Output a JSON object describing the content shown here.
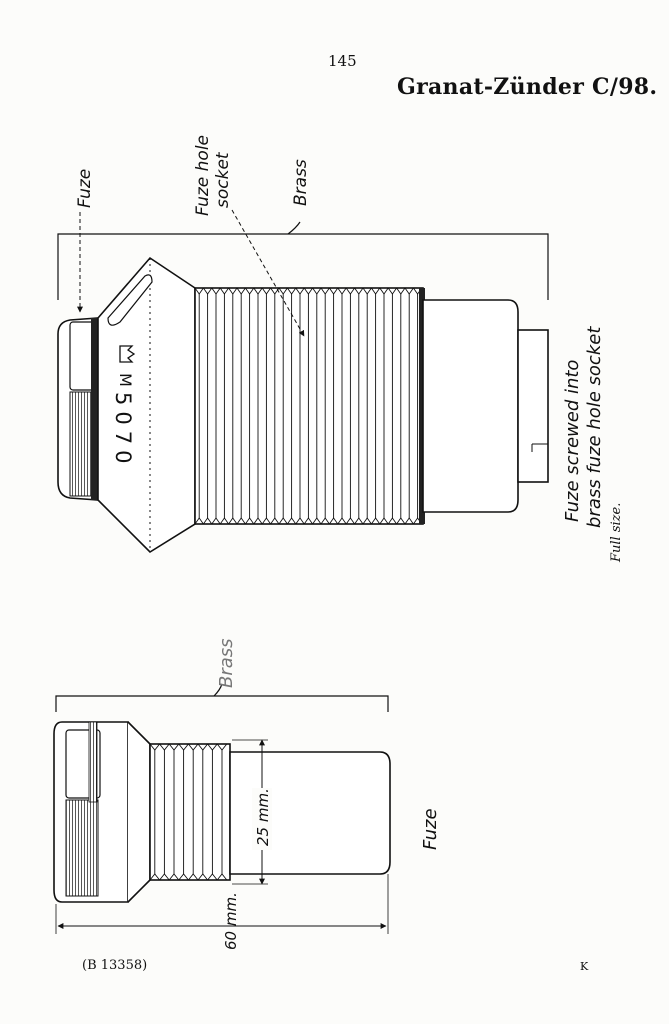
{
  "page": {
    "number": "145",
    "title": "Granat-Zünder C/98.",
    "footer_ref": "(B 13358)",
    "footer_mark": "K"
  },
  "upper_figure": {
    "label_fuze": "Fuze",
    "label_fuze_hole_line1": "Fuze hole",
    "label_fuze_hole_line2": "socket",
    "label_brass": "Brass",
    "marking_number": "5070",
    "marking_letter": "M",
    "caption_line1": "Fuze screwed into",
    "caption_line2": "brass fuze hole socket",
    "caption_scale": "Full size."
  },
  "lower_figure": {
    "label_brass": "Brass",
    "label_fuze": "Fuze",
    "dim_length": "60 mm.",
    "dim_diameter": "25 mm."
  }
}
